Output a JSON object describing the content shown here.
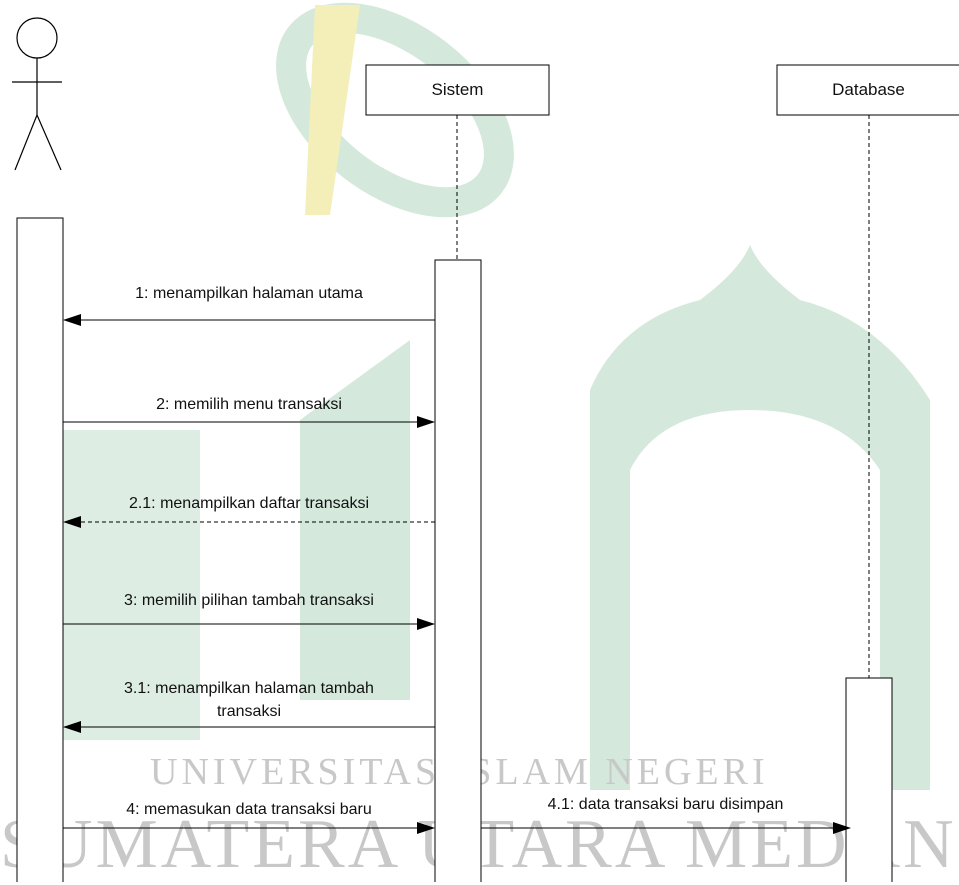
{
  "lifelines": {
    "sistem": {
      "label": "Sistem"
    },
    "database": {
      "label": "Database"
    }
  },
  "messages": [
    {
      "id": "m1",
      "label": "1: menampilkan halaman utama",
      "kind": "sync"
    },
    {
      "id": "m2",
      "label": "2: memilih menu transaksi",
      "kind": "sync"
    },
    {
      "id": "m21",
      "label": "2.1: menampilkan daftar transaksi",
      "kind": "return"
    },
    {
      "id": "m3",
      "label": "3: memilih pilihan tambah transaksi",
      "kind": "sync"
    },
    {
      "id": "m31",
      "label_line1": "3.1: menampilkan halaman tambah",
      "label_line2": "transaksi",
      "kind": "sync"
    },
    {
      "id": "m4",
      "label": "4: memasukan data transaksi baru",
      "kind": "sync"
    },
    {
      "id": "m41",
      "label": "4.1: data transaksi baru disimpan",
      "kind": "sync"
    }
  ],
  "watermark": {
    "line1": "UNIVERSITAS ISLAM NEGERI",
    "line2": "SUMATERA UTARA MEDAN",
    "green": "#d4e8dc",
    "yellow": "#f4efb8"
  }
}
